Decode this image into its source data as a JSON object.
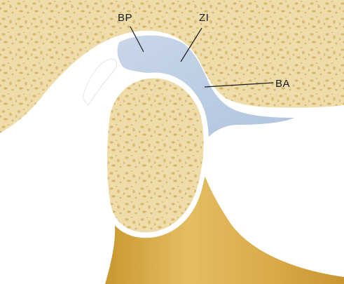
{
  "labels": {
    "bp": "BP",
    "zi": "ZI",
    "ba": "BA"
  },
  "colors": {
    "bone": "#eedcaa",
    "bone_pore": "#d9b970",
    "cortex": "#ffffff",
    "disc": "#b7c9df",
    "neck": "#d7ad4e",
    "background": "#ffffff"
  }
}
